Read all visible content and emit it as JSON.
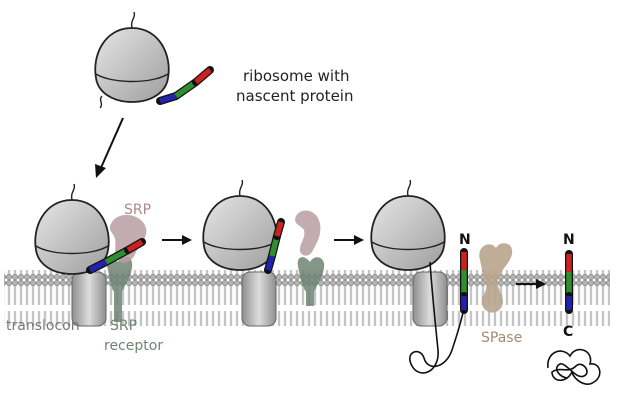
{
  "labels": {
    "ribosome_line1": "ribosome with",
    "ribosome_line2": "nascent protein",
    "srp": "SRP",
    "translocon": "translocon",
    "srp_receptor_line1": "SRP",
    "srp_receptor_line2": "receptor",
    "spase": "SPase",
    "n_terminus_1": "N",
    "n_terminus_2": "N",
    "c_terminus": "C"
  },
  "colors": {
    "label_dark": "#222222",
    "label_gray": "#777777",
    "srp_pink": "#b89da3",
    "srp_label": "#a98a92",
    "receptor_green": "#6f8472",
    "spase_tan": "#b8a48c",
    "spase_label": "#a08a6f",
    "segment_red": "#cc2222",
    "segment_green": "#2f8f2f",
    "segment_blue": "#2222aa",
    "ribosome_gray": "#b9b9b9"
  },
  "icons": [
    "ribosome-icon",
    "arrow-icon",
    "membrane-icon",
    "translocon-icon",
    "srp-icon",
    "srp-receptor-icon",
    "spase-icon",
    "peptide-segment-icon",
    "folded-protein-icon"
  ]
}
